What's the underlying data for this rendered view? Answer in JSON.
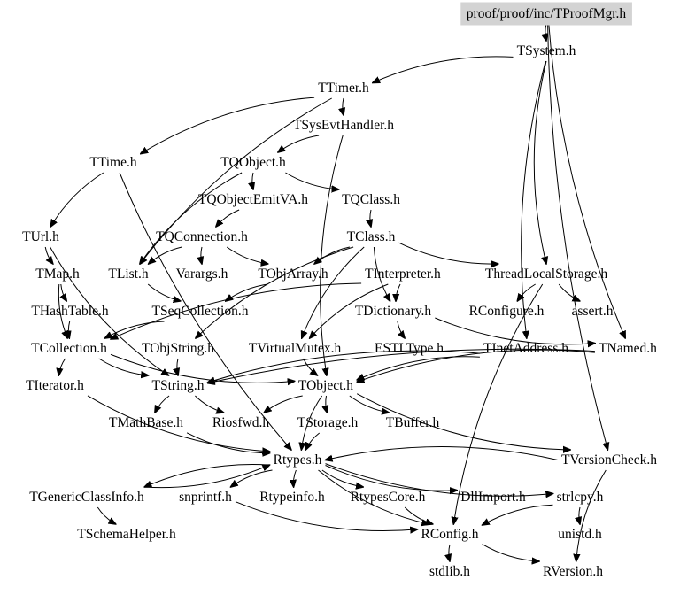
{
  "diagram": {
    "root": "proof/proof/inc/TProofMgr.h",
    "nodes": [
      {
        "id": "root",
        "label": "proof/proof/inc/TProofMgr.h"
      },
      {
        "id": "TSystem",
        "label": "TSystem.h"
      },
      {
        "id": "TTimer",
        "label": "TTimer.h"
      },
      {
        "id": "TSysEvtHandler",
        "label": "TSysEvtHandler.h"
      },
      {
        "id": "TTime",
        "label": "TTime.h"
      },
      {
        "id": "TQObject",
        "label": "TQObject.h"
      },
      {
        "id": "TQObjectEmitVA",
        "label": "TQObjectEmitVA.h"
      },
      {
        "id": "TQClass",
        "label": "TQClass.h"
      },
      {
        "id": "TUrl",
        "label": "TUrl.h"
      },
      {
        "id": "TQConnection",
        "label": "TQConnection.h"
      },
      {
        "id": "TClass",
        "label": "TClass.h"
      },
      {
        "id": "TMap",
        "label": "TMap.h"
      },
      {
        "id": "TList",
        "label": "TList.h"
      },
      {
        "id": "Varargs",
        "label": "Varargs.h"
      },
      {
        "id": "TObjArray",
        "label": "TObjArray.h"
      },
      {
        "id": "TInterpreter",
        "label": "TInterpreter.h"
      },
      {
        "id": "ThreadLocalStorage",
        "label": "ThreadLocalStorage.h"
      },
      {
        "id": "THashTable",
        "label": "THashTable.h"
      },
      {
        "id": "TSeqCollection",
        "label": "TSeqCollection.h"
      },
      {
        "id": "TDictionary",
        "label": "TDictionary.h"
      },
      {
        "id": "RConfigure",
        "label": "RConfigure.h"
      },
      {
        "id": "assert",
        "label": "assert.h"
      },
      {
        "id": "TCollection",
        "label": "TCollection.h"
      },
      {
        "id": "TObjString",
        "label": "TObjString.h"
      },
      {
        "id": "TVirtualMutex",
        "label": "TVirtualMutex.h"
      },
      {
        "id": "ESTLType",
        "label": "ESTLType.h"
      },
      {
        "id": "TInetAddress",
        "label": "TInetAddress.h"
      },
      {
        "id": "TNamed",
        "label": "TNamed.h"
      },
      {
        "id": "TIterator",
        "label": "TIterator.h"
      },
      {
        "id": "TString",
        "label": "TString.h"
      },
      {
        "id": "TObject",
        "label": "TObject.h"
      },
      {
        "id": "TMathBase",
        "label": "TMathBase.h"
      },
      {
        "id": "Riosfwd",
        "label": "Riosfwd.h"
      },
      {
        "id": "TStorage",
        "label": "TStorage.h"
      },
      {
        "id": "TBuffer",
        "label": "TBuffer.h"
      },
      {
        "id": "TVersionCheck",
        "label": "TVersionCheck.h"
      },
      {
        "id": "Rtypes",
        "label": "Rtypes.h"
      },
      {
        "id": "TGenericClassInfo",
        "label": "TGenericClassInfo.h"
      },
      {
        "id": "snprintf",
        "label": "snprintf.h"
      },
      {
        "id": "Rtypeinfo",
        "label": "Rtypeinfo.h"
      },
      {
        "id": "RtypesCore",
        "label": "RtypesCore.h"
      },
      {
        "id": "DllImport",
        "label": "DllImport.h"
      },
      {
        "id": "strlcpy",
        "label": "strlcpy.h"
      },
      {
        "id": "TSchemaHelper",
        "label": "TSchemaHelper.h"
      },
      {
        "id": "RConfig",
        "label": "RConfig.h"
      },
      {
        "id": "unistd",
        "label": "unistd.h"
      },
      {
        "id": "stdlib",
        "label": "stdlib.h"
      },
      {
        "id": "RVersion",
        "label": "RVersion.h"
      }
    ],
    "edges": [
      [
        "root",
        "TSystem"
      ],
      [
        "root",
        "TNamed"
      ],
      [
        "root",
        "TVersionCheck"
      ],
      [
        "TSystem",
        "TTimer"
      ],
      [
        "TSystem",
        "ThreadLocalStorage"
      ],
      [
        "TSystem",
        "TInetAddress"
      ],
      [
        "TTimer",
        "TSysEvtHandler"
      ],
      [
        "TTimer",
        "TTime"
      ],
      [
        "TTimer",
        "TList"
      ],
      [
        "TSysEvtHandler",
        "TQObject"
      ],
      [
        "TSysEvtHandler",
        "TObject"
      ],
      [
        "TTime",
        "TUrl"
      ],
      [
        "TTime",
        "Rtypes"
      ],
      [
        "TQObject",
        "TQObjectEmitVA"
      ],
      [
        "TQObject",
        "TQClass"
      ],
      [
        "TQObject",
        "TList"
      ],
      [
        "TQObjectEmitVA",
        "TQConnection"
      ],
      [
        "TQClass",
        "TClass"
      ],
      [
        "TQConnection",
        "TList"
      ],
      [
        "TQConnection",
        "Varargs"
      ],
      [
        "TQConnection",
        "TObjArray"
      ],
      [
        "TClass",
        "TObjArray"
      ],
      [
        "TClass",
        "TDictionary"
      ],
      [
        "TClass",
        "ThreadLocalStorage"
      ],
      [
        "TClass",
        "TObjString"
      ],
      [
        "TClass",
        "TVirtualMutex"
      ],
      [
        "TUrl",
        "TMap"
      ],
      [
        "TUrl",
        "TString"
      ],
      [
        "TMap",
        "THashTable"
      ],
      [
        "TMap",
        "TCollection"
      ],
      [
        "TList",
        "TSeqCollection"
      ],
      [
        "TObjArray",
        "TSeqCollection"
      ],
      [
        "TInterpreter",
        "TDictionary"
      ],
      [
        "TInterpreter",
        "TVirtualMutex"
      ],
      [
        "TInterpreter",
        "TCollection"
      ],
      [
        "ThreadLocalStorage",
        "RConfigure"
      ],
      [
        "ThreadLocalStorage",
        "assert"
      ],
      [
        "ThreadLocalStorage",
        "RConfig"
      ],
      [
        "THashTable",
        "TCollection"
      ],
      [
        "TSeqCollection",
        "TCollection"
      ],
      [
        "TDictionary",
        "ESTLType"
      ],
      [
        "TDictionary",
        "TNamed"
      ],
      [
        "TCollection",
        "TObject"
      ],
      [
        "TCollection",
        "TString"
      ],
      [
        "TCollection",
        "TIterator"
      ],
      [
        "TObjString",
        "TString"
      ],
      [
        "TVirtualMutex",
        "TObject"
      ],
      [
        "TInetAddress",
        "TString"
      ],
      [
        "TInetAddress",
        "TObject"
      ],
      [
        "TNamed",
        "TString"
      ],
      [
        "TNamed",
        "TObject"
      ],
      [
        "TIterator",
        "Rtypes"
      ],
      [
        "TString",
        "TMathBase"
      ],
      [
        "TString",
        "Riosfwd"
      ],
      [
        "TObject",
        "Riosfwd"
      ],
      [
        "TObject",
        "TStorage"
      ],
      [
        "TObject",
        "TBuffer"
      ],
      [
        "TObject",
        "TVersionCheck"
      ],
      [
        "TObject",
        "Rtypes"
      ],
      [
        "TMathBase",
        "Rtypes"
      ],
      [
        "TStorage",
        "Rtypes"
      ],
      [
        "TVersionCheck",
        "Rtypes"
      ],
      [
        "TVersionCheck",
        "RVersion"
      ],
      [
        "Rtypes",
        "TGenericClassInfo"
      ],
      [
        "Rtypes",
        "snprintf"
      ],
      [
        "Rtypes",
        "Rtypeinfo"
      ],
      [
        "Rtypes",
        "RtypesCore"
      ],
      [
        "Rtypes",
        "DllImport"
      ],
      [
        "Rtypes",
        "strlcpy"
      ],
      [
        "Rtypes",
        "RConfig"
      ],
      [
        "TGenericClassInfo",
        "TSchemaHelper"
      ],
      [
        "TGenericClassInfo",
        "Rtypes"
      ],
      [
        "snprintf",
        "RConfig"
      ],
      [
        "RtypesCore",
        "RConfig"
      ],
      [
        "strlcpy",
        "RConfig"
      ],
      [
        "strlcpy",
        "unistd"
      ],
      [
        "RConfig",
        "stdlib"
      ],
      [
        "RConfig",
        "RVersion"
      ]
    ]
  }
}
